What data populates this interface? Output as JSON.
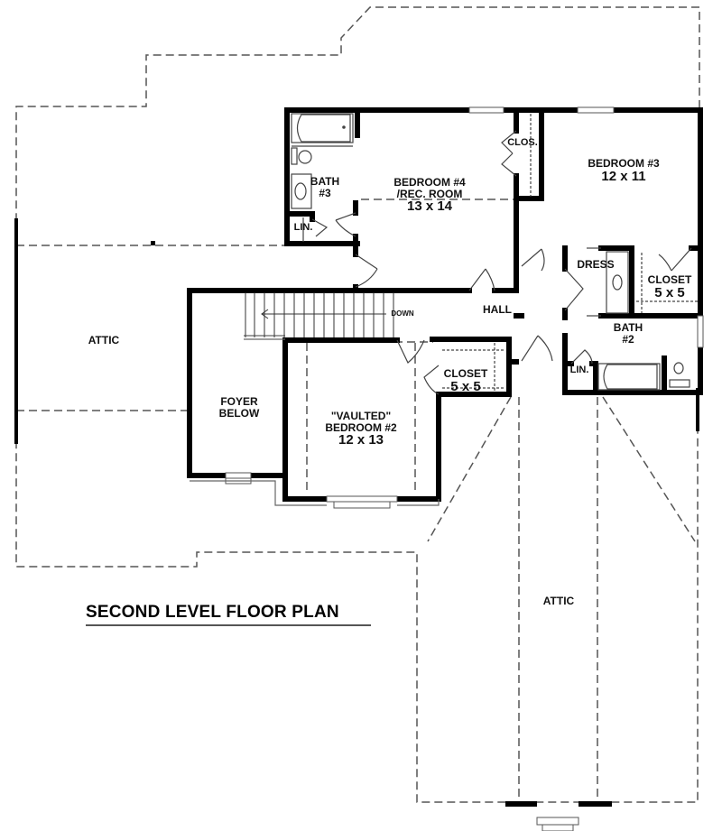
{
  "plan": {
    "title": "SECOND LEVEL FLOOR PLAN",
    "colors": {
      "wall": "#000000",
      "dashed": "#555555",
      "fixture": "#444444",
      "background": "#ffffff"
    }
  },
  "rooms": {
    "bath3": {
      "name": "BATH",
      "num": "#3"
    },
    "lin_bath3": {
      "name": "LIN."
    },
    "bedroom4": {
      "name": "BEDROOM #4",
      "sub": "/REC. ROOM",
      "dim": "13 x 14"
    },
    "clos": {
      "name": "CLOS."
    },
    "bedroom3": {
      "name": "BEDROOM #3",
      "dim": "12 x 11"
    },
    "dress": {
      "name": "DRESS"
    },
    "closet_br3": {
      "name": "CLOSET",
      "dim": "5 x 5"
    },
    "bath2": {
      "name": "BATH",
      "num": "#2"
    },
    "lin_bath2": {
      "name": "LIN."
    },
    "hall": {
      "name": "HALL"
    },
    "stairs": {
      "label": "DOWN"
    },
    "closet_br2": {
      "name": "CLOSET",
      "dim": "5 x 5"
    },
    "bedroom2": {
      "name": "\"VAULTED\"",
      "sub": "BEDROOM #2",
      "dim": "12 x 13"
    },
    "foyer": {
      "name": "FOYER",
      "sub": "BELOW"
    },
    "attic_left": {
      "name": "ATTIC"
    },
    "attic_bottom": {
      "name": "ATTIC"
    }
  }
}
